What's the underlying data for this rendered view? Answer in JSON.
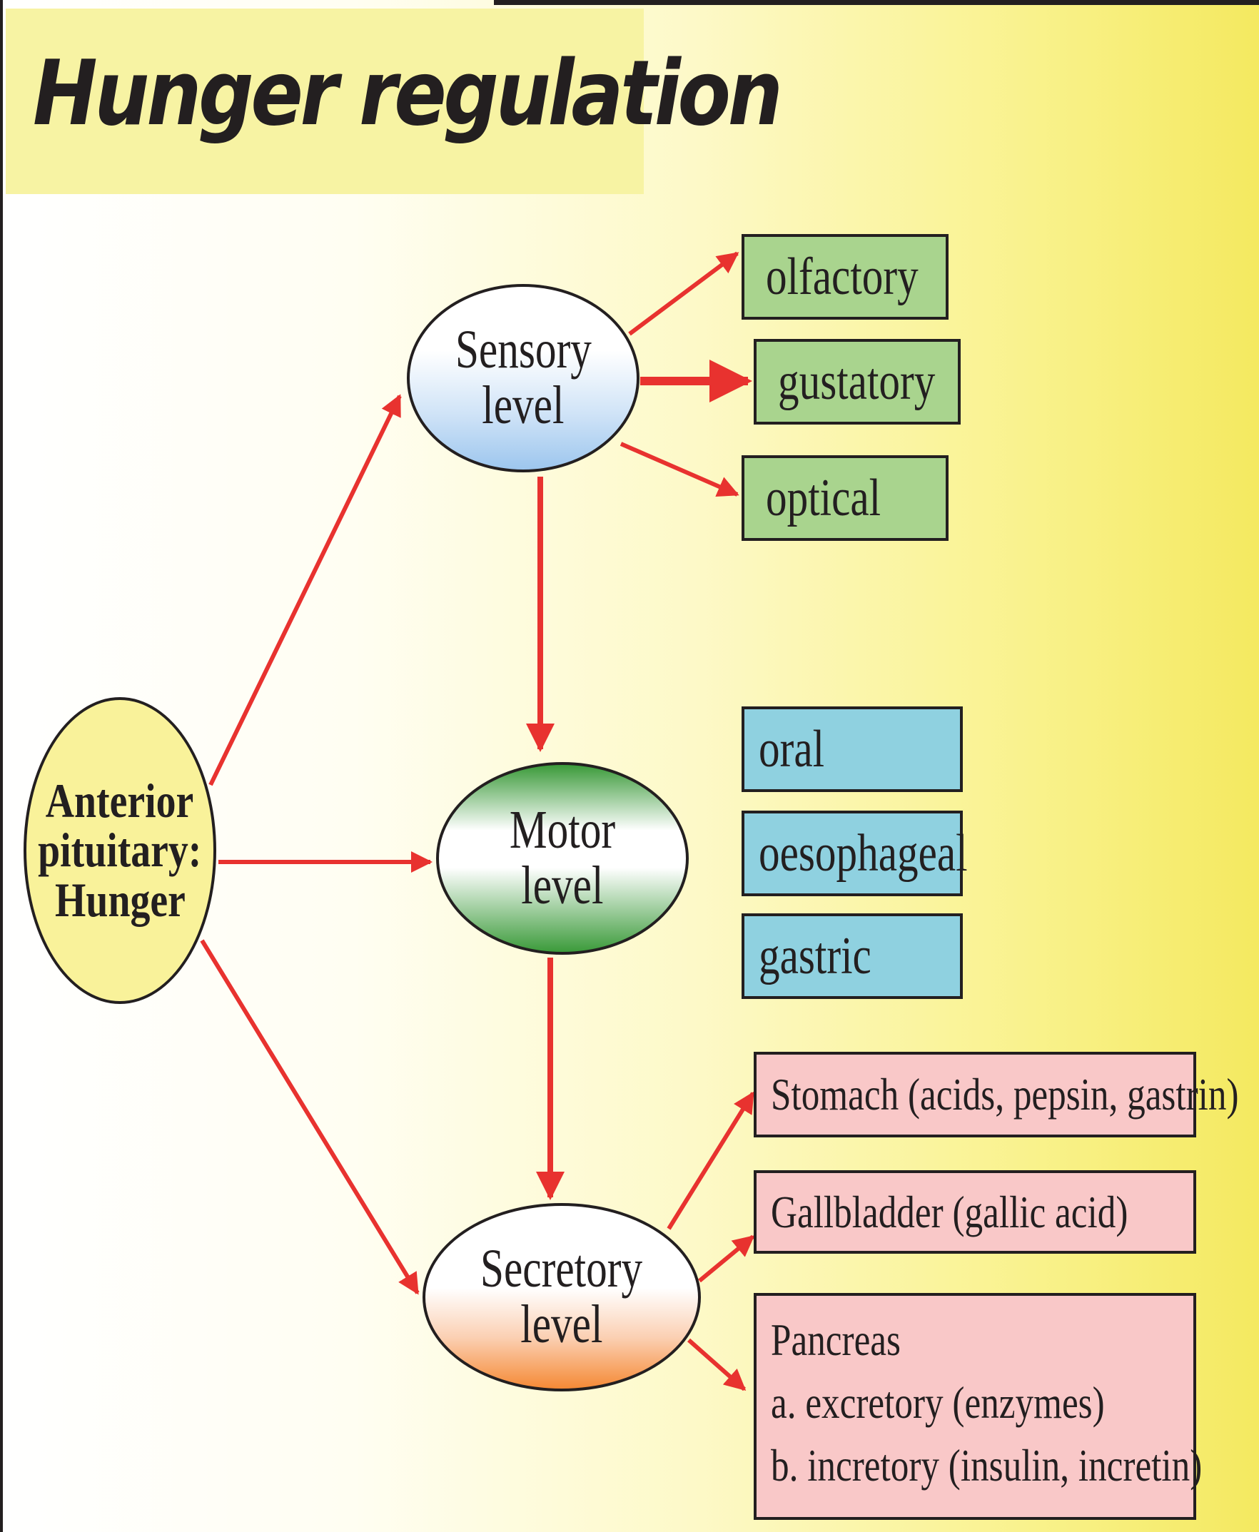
{
  "title": "Hunger regulation",
  "colors": {
    "arrow": "#e8322f",
    "outline": "#231f20",
    "sensory_box": "#a9d48e",
    "motor_box": "#8fd1e0",
    "secretory_box": "#f9c8c8",
    "root_node": "#f9f29a"
  },
  "nodes": {
    "anterior": {
      "lines": [
        "Anterior",
        "pituitary:",
        "Hunger"
      ]
    },
    "sensory": {
      "lines": [
        "Sensory",
        "level"
      ]
    },
    "motor": {
      "lines": [
        "Motor",
        "level"
      ]
    },
    "secretory": {
      "lines": [
        "Secretory",
        "level"
      ]
    }
  },
  "sensory_items": [
    "olfactory",
    "gustatory",
    "optical"
  ],
  "motor_items": [
    "oral",
    "oesophageal",
    "gastric"
  ],
  "secretory_items": {
    "stomach": "Stomach (acids, pepsin, gastrin)",
    "gallbladder": "Gallbladder (gallic acid)",
    "pancreas": [
      "Pancreas",
      "a. excretory (enzymes)",
      "b. incretory (insulin, incretin)"
    ]
  },
  "edges": [
    {
      "from": "anterior",
      "to": "sensory"
    },
    {
      "from": "anterior",
      "to": "motor"
    },
    {
      "from": "anterior",
      "to": "secretory"
    },
    {
      "from": "sensory",
      "to": "motor"
    },
    {
      "from": "motor",
      "to": "secretory"
    },
    {
      "from": "sensory",
      "to": "olfactory"
    },
    {
      "from": "sensory",
      "to": "gustatory"
    },
    {
      "from": "sensory",
      "to": "optical"
    },
    {
      "from": "secretory",
      "to": "stomach"
    },
    {
      "from": "secretory",
      "to": "gallbladder"
    },
    {
      "from": "secretory",
      "to": "pancreas"
    }
  ]
}
